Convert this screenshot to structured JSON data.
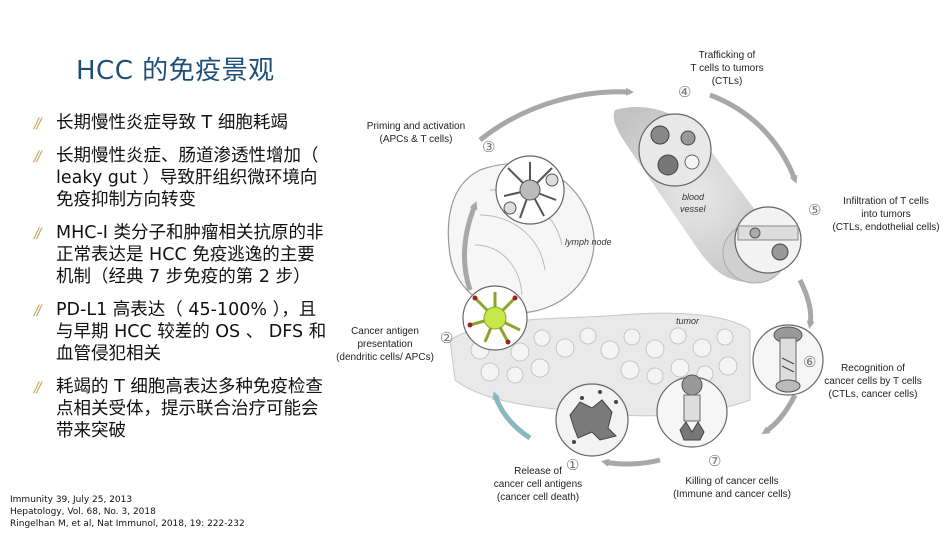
{
  "slide": {
    "title": "HCC 的免疫景观",
    "bullets": [
      "长期慢性炎症导致 T 细胞耗竭",
      "长期慢性炎症、肠道渗透性增加（ leaky gut ）导致肝组织微环境向免疫抑制方向转变",
      "MHC-I 类分子和肿瘤相关抗原的非正常表达是 HCC 免疫逃逸的主要机制（经典 7 步免疫的第 2 步）",
      "PD-L1 高表达（ 45-100% ），且与早期 HCC 较差的 OS 、 DFS 和血管侵犯相关",
      "耗竭的 T 细胞高表达多种免疫检查点相关受体，提示联合治疗可能会带来突破"
    ],
    "references": [
      "Immunity 39, July 25, 2013",
      "Hepatology, Vol. 68, No. 3, 2018",
      "Ringelhan M, et al, Nat Immunol, 2018, 19: 222-232"
    ]
  },
  "diagram": {
    "steps": [
      {
        "num": "①",
        "lines": [
          "Release of",
          "cancer cell antigens",
          "(cancer cell death)"
        ]
      },
      {
        "num": "②",
        "lines": [
          "Cancer antigen",
          "presentation",
          "(dendritic cells/ APCs)"
        ]
      },
      {
        "num": "③",
        "lines": [
          "Priming and activation",
          "(APCs & T cells)"
        ]
      },
      {
        "num": "④",
        "lines": [
          "Trafficking of",
          "T cells to tumors",
          "(CTLs)"
        ]
      },
      {
        "num": "⑤",
        "lines": [
          "Infiltration of T cells",
          "into tumors",
          "(CTLs, endothelial cells)"
        ]
      },
      {
        "num": "⑥",
        "lines": [
          "Recognition of",
          "cancer cells by T cells",
          "(CTLs, cancer cells)"
        ]
      },
      {
        "num": "⑦",
        "lines": [
          "Killing of cancer cells",
          "(Immune and cancer cells)"
        ]
      }
    ],
    "region_labels": {
      "lymph_node": "lymph node",
      "blood_vessel": [
        "blood",
        "vessel"
      ],
      "tumor": "tumor"
    },
    "colors": {
      "title": "#1f4e79",
      "cycle_arrow": "#a8a8a8",
      "teal_arrow": "#8ab9bd",
      "dendritic": "#c6e84a"
    }
  }
}
